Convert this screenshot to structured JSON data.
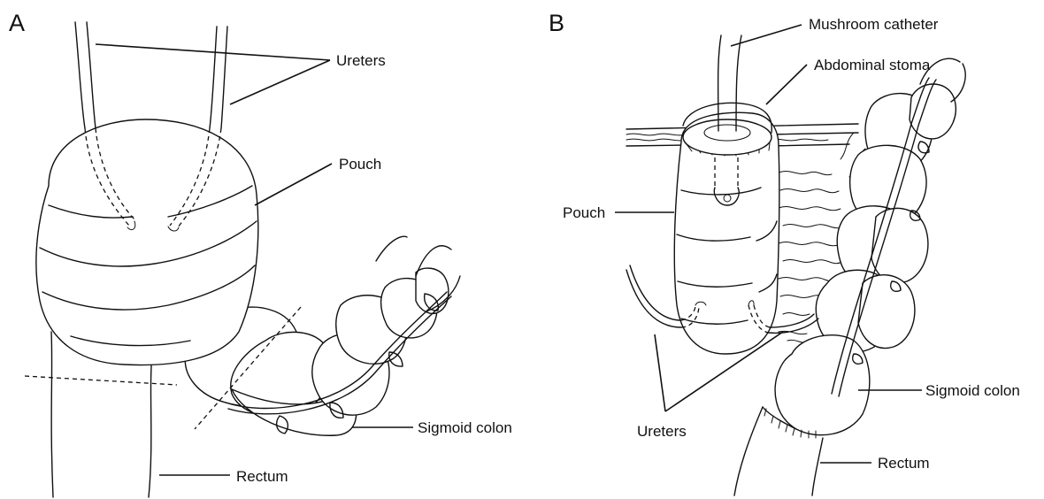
{
  "panels": {
    "a": {
      "letter": "A",
      "labels": {
        "ureters": "Ureters",
        "pouch": "Pouch",
        "sigmoid_colon": "Sigmoid colon",
        "rectum": "Rectum"
      }
    },
    "b": {
      "letter": "B",
      "labels": {
        "mushroom_catheter": "Mushroom catheter",
        "abdominal_stoma": "Abdominal stoma",
        "pouch": "Pouch",
        "ureters": "Ureters",
        "sigmoid_colon": "Sigmoid colon",
        "rectum": "Rectum"
      }
    }
  },
  "colors": {
    "ink": "#111111",
    "background": "#ffffff"
  }
}
